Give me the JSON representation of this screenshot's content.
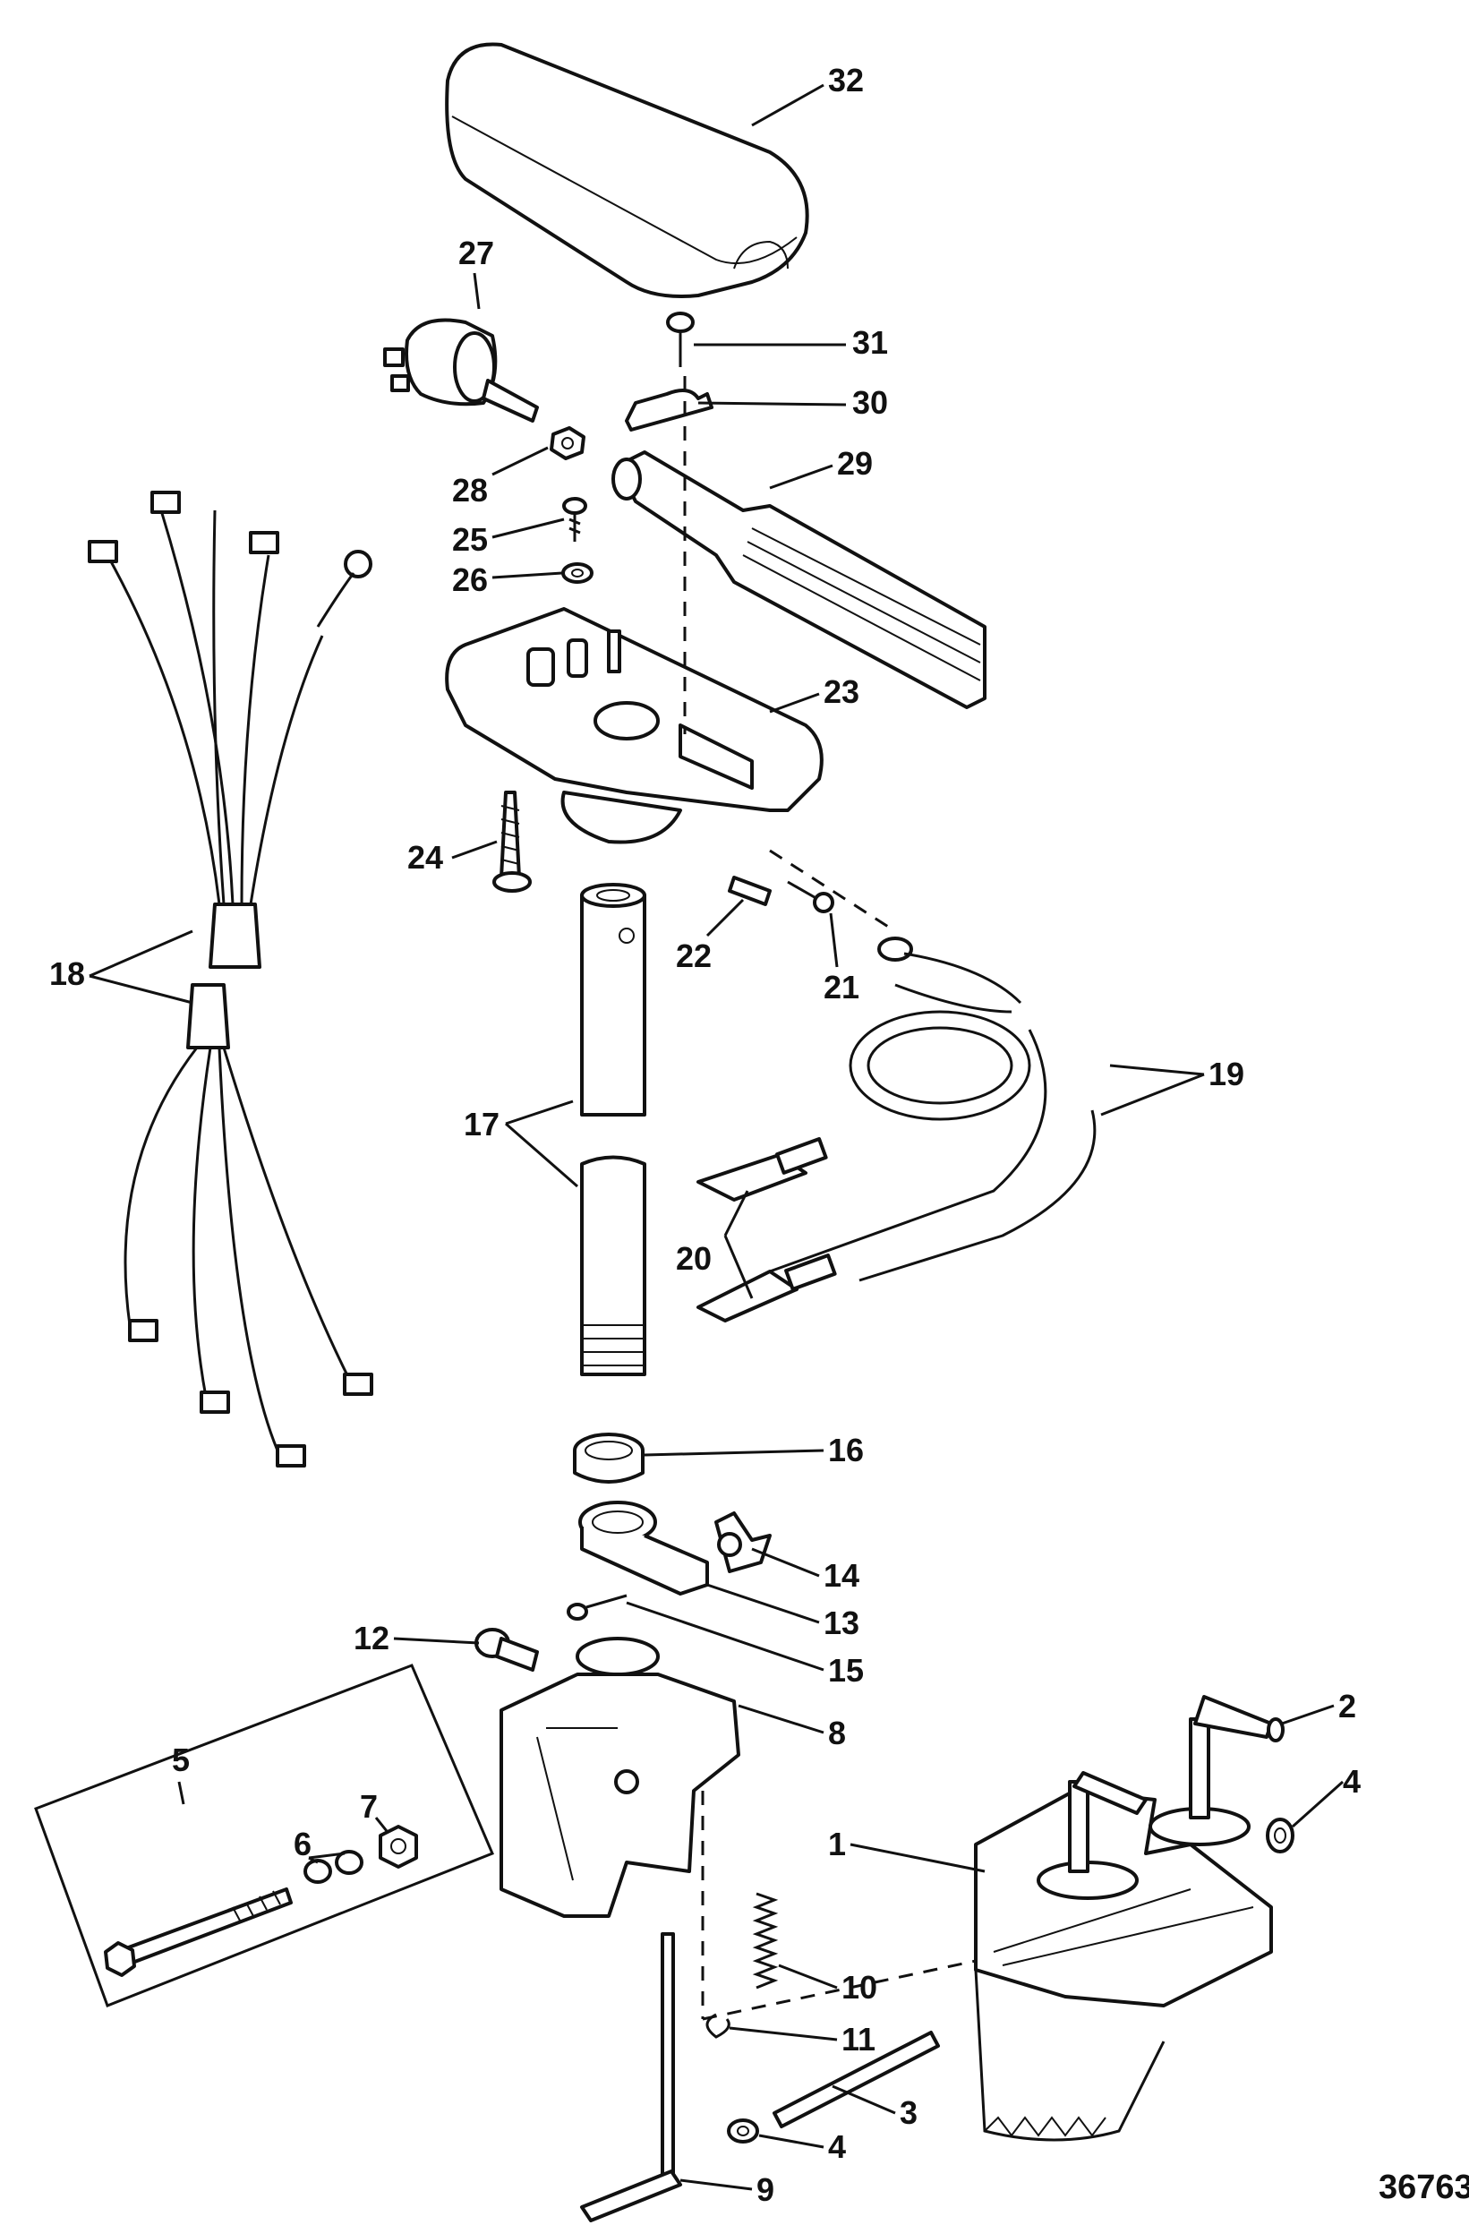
{
  "figure_number": "36763",
  "callouts": [
    {
      "id": "c32",
      "label": "32"
    },
    {
      "id": "c27",
      "label": "27"
    },
    {
      "id": "c31",
      "label": "31"
    },
    {
      "id": "c30",
      "label": "30"
    },
    {
      "id": "c29",
      "label": "29"
    },
    {
      "id": "c28",
      "label": "28"
    },
    {
      "id": "c25",
      "label": "25"
    },
    {
      "id": "c26",
      "label": "26"
    },
    {
      "id": "c23",
      "label": "23"
    },
    {
      "id": "c24",
      "label": "24"
    },
    {
      "id": "c22",
      "label": "22"
    },
    {
      "id": "c21",
      "label": "21"
    },
    {
      "id": "c18",
      "label": "18"
    },
    {
      "id": "c19",
      "label": "19"
    },
    {
      "id": "c17",
      "label": "17"
    },
    {
      "id": "c20",
      "label": "20"
    },
    {
      "id": "c16",
      "label": "16"
    },
    {
      "id": "c14",
      "label": "14"
    },
    {
      "id": "c13",
      "label": "13"
    },
    {
      "id": "c15",
      "label": "15"
    },
    {
      "id": "c12",
      "label": "12"
    },
    {
      "id": "c8",
      "label": "8"
    },
    {
      "id": "c2",
      "label": "2"
    },
    {
      "id": "c5",
      "label": "5"
    },
    {
      "id": "c4a",
      "label": "4"
    },
    {
      "id": "c1",
      "label": "1"
    },
    {
      "id": "c7",
      "label": "7"
    },
    {
      "id": "c6",
      "label": "6"
    },
    {
      "id": "c10",
      "label": "10"
    },
    {
      "id": "c11",
      "label": "11"
    },
    {
      "id": "c3",
      "label": "3"
    },
    {
      "id": "c4b",
      "label": "4"
    },
    {
      "id": "c9",
      "label": "9"
    }
  ]
}
